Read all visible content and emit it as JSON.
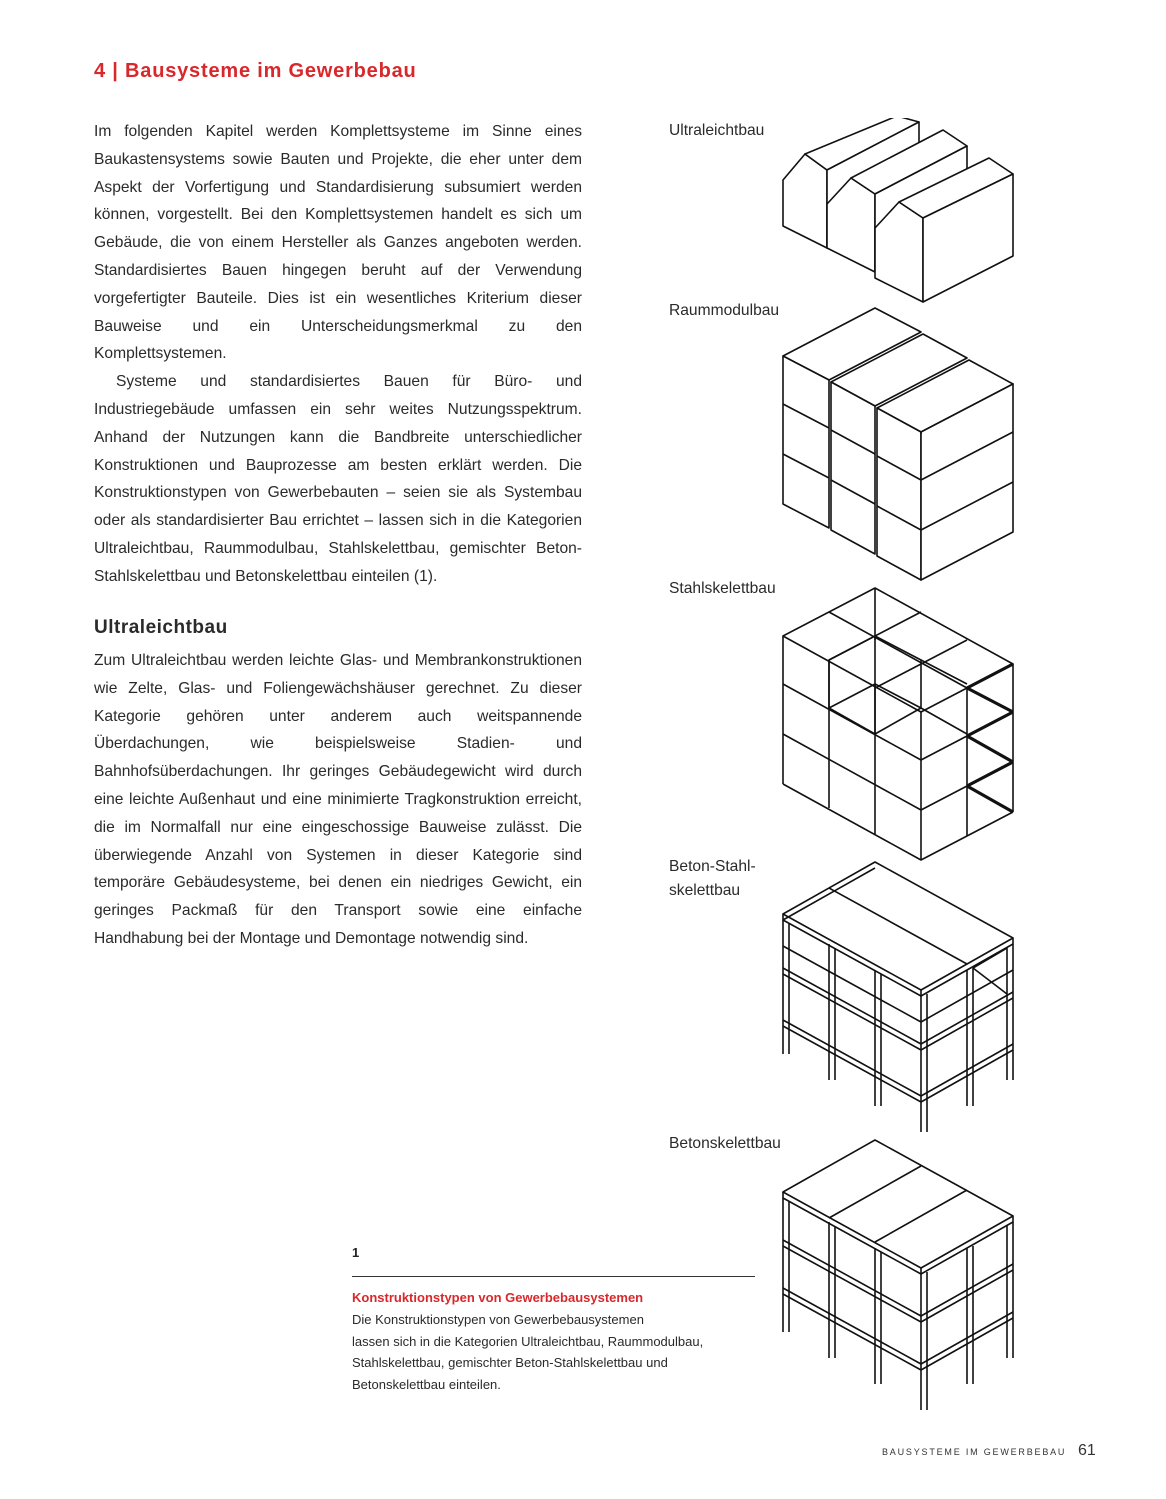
{
  "chapter_title": "4 | Bausysteme im Gewerbebau",
  "intro_paragraphs": [
    "Im folgenden Kapitel werden Komplettsysteme im Sinne eines Baukastensystems sowie Bauten und Projekte, die eher unter dem Aspekt der Vorfertigung und Standardisierung subsumiert werden können, vorgestellt. Bei den Komplettsystemen handelt es sich um Gebäude, die von einem Hersteller als Ganzes angeboten werden. Standardisiertes Bauen hingegen beruht auf der Verwendung vorgefertigter Bauteile. Dies ist ein wesentliches Kriterium dieser Bauweise und ein Unterscheidungsmerkmal zu den Komplettsystemen.",
    "Systeme und standardisiertes Bauen für Büro- und Industriegebäude umfassen ein sehr weites Nutzungsspektrum. Anhand der Nutzungen kann die Bandbreite unterschiedlicher Konstruktionen und Bauprozesse am besten erklärt werden. Die Konstruktionstypen von Gewerbebauten – seien sie als Systembau oder als standardisierter Bau errichtet – lassen sich in die Kategorien Ultraleichtbau, Raummodulbau, Stahlskelettbau, gemischter Beton-Stahlskelettbau und Betonskelettbau einteilen (1)."
  ],
  "section": {
    "heading": "Ultraleichtbau",
    "text": "Zum Ultraleichtbau werden leichte Glas- und Membrankonstruktionen wie Zelte, Glas- und Foliengewächshäuser gerechnet. Zu dieser Kategorie gehören unter anderem auch weitspannende Überdachungen, wie beispielsweise Stadien- und Bahnhofsüberdachungen. Ihr geringes Gebäudegewicht wird durch eine leichte Außenhaut und eine minimierte Tragkonstruktion erreicht, die im Normalfall nur eine eingeschossige Bauweise zulässt. Die überwiegende Anzahl von Systemen in dieser Kategorie sind temporäre Gebäudesysteme, bei denen ein niedriges Gewicht, ein geringes Packmaß für den Transport sowie eine einfache Handhabung bei der Montage und Demontage notwendig sind."
  },
  "figure_labels": {
    "ultraleichtbau": "Ultraleichtbau",
    "raummodulbau": "Raummodulbau",
    "stahlskelettbau": "Stahlskelettbau",
    "beton_stahl_line1": "Beton-Stahl-",
    "beton_stahl_line2": "skelettbau",
    "betonskelettbau": "Betonskelettbau"
  },
  "caption": {
    "number": "1",
    "title": "Konstruktionstypen von Gewerbebausystemen",
    "lines": [
      "Die Konstruktionstypen von Gewerbebausystemen",
      "lassen sich in die Kategorien Ultraleichtbau, Raummodulbau,",
      "Stahlskelettbau, gemischter Beton-Stahlskelettbau und",
      "Betonskelettbau einteilen."
    ]
  },
  "footer": {
    "running_head": "BAUSYSTEME IM GEWERBEBAU",
    "page_number": "61"
  },
  "colors": {
    "accent_red": "#d8282b",
    "text": "#2a2a2a"
  }
}
